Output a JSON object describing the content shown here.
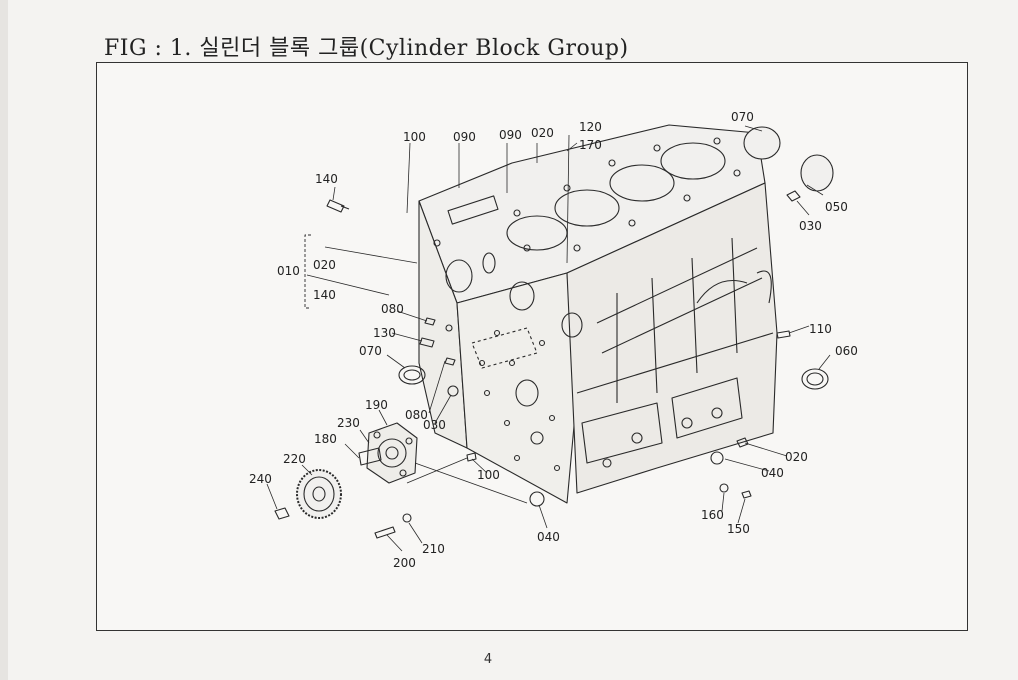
{
  "figure": {
    "title": "FIG : 1.  실린더 블록 그룹(Cylinder Block Group)",
    "page_number": "4"
  },
  "callouts": {
    "c100a": "100",
    "c090a": "090",
    "c090b": "090",
    "c020a": "020",
    "c120": "120",
    "c170": "170",
    "c070a": "070",
    "c050": "050",
    "c030a": "030",
    "c140": "140",
    "c010": "010",
    "c020r": "020",
    "c140r": "140",
    "c080a": "080",
    "c130": "130",
    "c070b": "070",
    "c110": "110",
    "c060": "060",
    "c190": "190",
    "c080b": "080",
    "c030b": "030",
    "c230": "230",
    "c180": "180",
    "c220": "220",
    "c240": "240",
    "c100b": "100",
    "c020b": "020",
    "c040a": "040",
    "c160": "160",
    "c150": "150",
    "c040b": "040",
    "c210": "210",
    "c200": "200"
  }
}
